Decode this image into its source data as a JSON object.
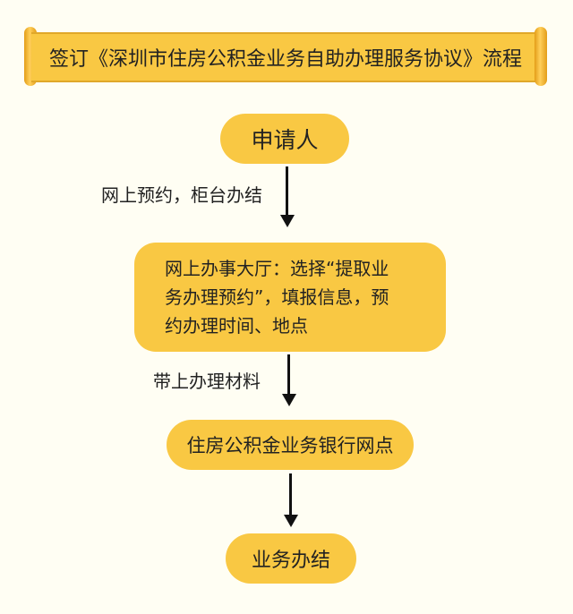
{
  "title": "签订《深圳市住房公积金业务自助办理服务协议》流程",
  "nodes": {
    "applicant": "申请人",
    "online_hall": {
      "lines": [
        "网上办事大厅：选择“提取业",
        "务办理预约”，填报信息，预",
        "约办理时间、地点"
      ]
    },
    "bank_branch": "住房公积金业务银行网点",
    "done": "业务办结"
  },
  "edges": {
    "e1_label": "网上预约，柜台办结",
    "e2_label": "带上办理材料"
  },
  "colors": {
    "node_fill": "#f9c843",
    "arrow": "#111111",
    "background": "#fffef3"
  }
}
